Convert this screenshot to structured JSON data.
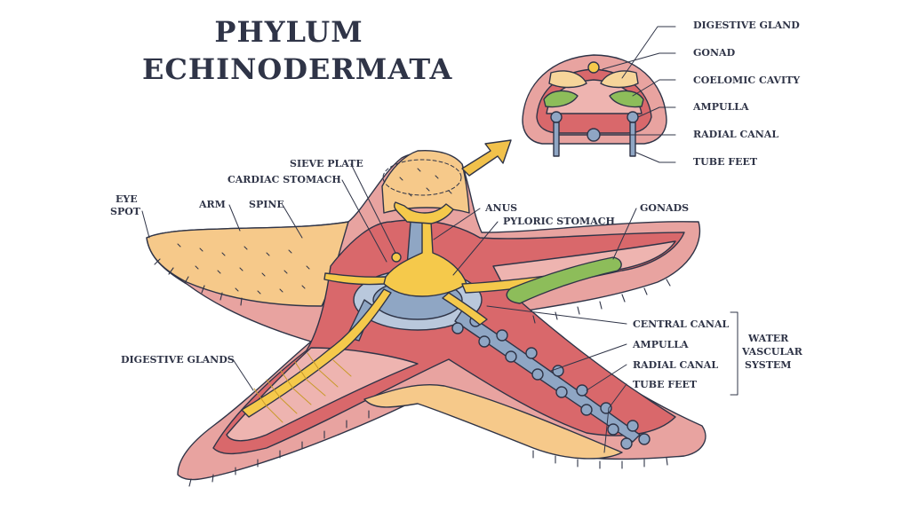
{
  "title": {
    "line1": "PHYLUM",
    "line2": "ECHINODERMATA"
  },
  "labels": {
    "eye_spot_1": "EYE",
    "eye_spot_2": "SPOT",
    "arm": "ARM",
    "spine": "SPINE",
    "cardiac_stomach": "CARDIAC STOMACH",
    "sieve_plate": "SIEVE PLATE",
    "anus": "ANUS",
    "pyloric_stomach": "PYLORIC STOMACH",
    "gonads": "GONADS",
    "digestive_glands": "DIGESTIVE GLANDS",
    "central_canal": "CENTRAL CANAL",
    "ampulla": "AMPULLA",
    "radial_canal": "RADIAL CANAL",
    "tube_feet": "TUBE FEET",
    "water_vascular_system_1": "WATER",
    "water_vascular_system_2": "VASCULAR",
    "water_vascular_system_3": "SYSTEM"
  },
  "cross_section_labels": {
    "digestive_gland": "DIGESTIVE GLAND",
    "gonad": "GONAD",
    "coelomic_cavity": "COELOMIC CAVITY",
    "ampulla": "AMPULLA",
    "radial_canal": "RADIAL CANAL",
    "tube_feet": "TUBE FEET"
  },
  "colors": {
    "outline": "#2f3447",
    "body_orange": "#f6c98a",
    "body_pink": "#e8a3a0",
    "inner_red": "#d9686b",
    "digestive_yellow": "#f5c94b",
    "water_blue": "#8fa6c4",
    "gonad_green": "#8dbd5a",
    "arrow_yellow": "#f1c14b"
  }
}
